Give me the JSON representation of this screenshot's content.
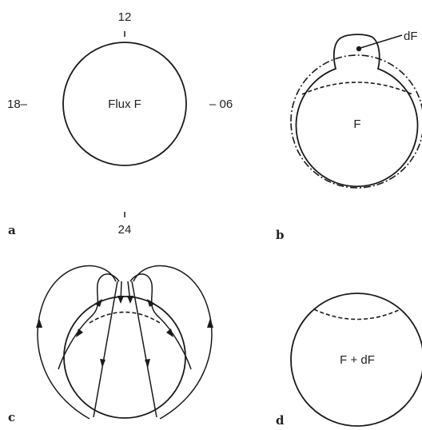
{
  "panel_a": {
    "letter": "a",
    "center_label": "Flux F",
    "label_top": "12",
    "label_bottom": "24",
    "label_left": "18–",
    "label_right": "– 06"
  },
  "panel_b": {
    "letter": "b",
    "center_label": "F",
    "callout_label": "dF"
  },
  "panel_c": {
    "letter": "c"
  },
  "panel_d": {
    "letter": "d",
    "center_label": "F + dF"
  }
}
